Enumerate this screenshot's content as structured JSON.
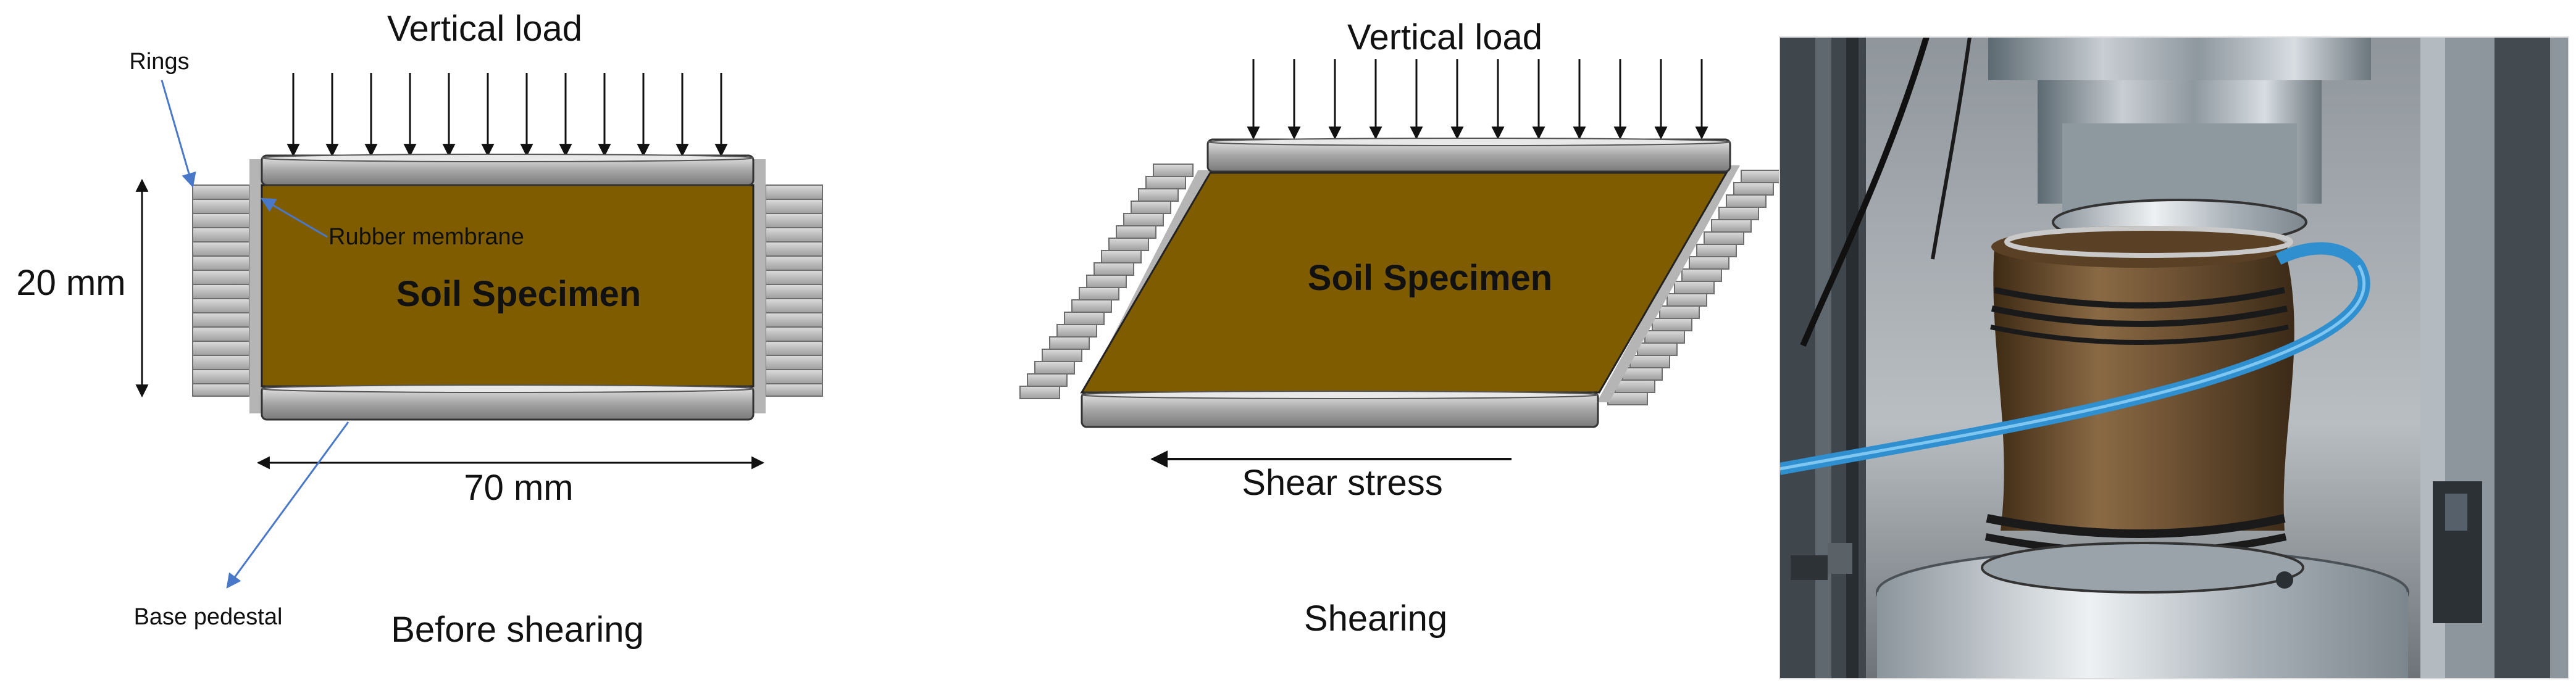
{
  "colors": {
    "soil": "#7f5c00",
    "plate": "#a9a9a9",
    "rings": "#c2c2c2",
    "membrane": "#b3b3b3",
    "arrow": "#111111",
    "pointer": "#4a78c9"
  },
  "before": {
    "vertical_load": "Vertical load",
    "rings": "Rings",
    "rubber_membrane": "Rubber membrane",
    "soil_specimen": "Soil Specimen",
    "height": "20 mm",
    "width": "70 mm",
    "base_pedestal": "Base pedestal",
    "caption": "Before shearing"
  },
  "during": {
    "vertical_load": "Vertical load",
    "soil_specimen": "Soil Specimen",
    "shear_stress": "Shear stress",
    "caption": "Shearing"
  },
  "photo": {
    "icon": "photo-of-test-apparatus"
  }
}
